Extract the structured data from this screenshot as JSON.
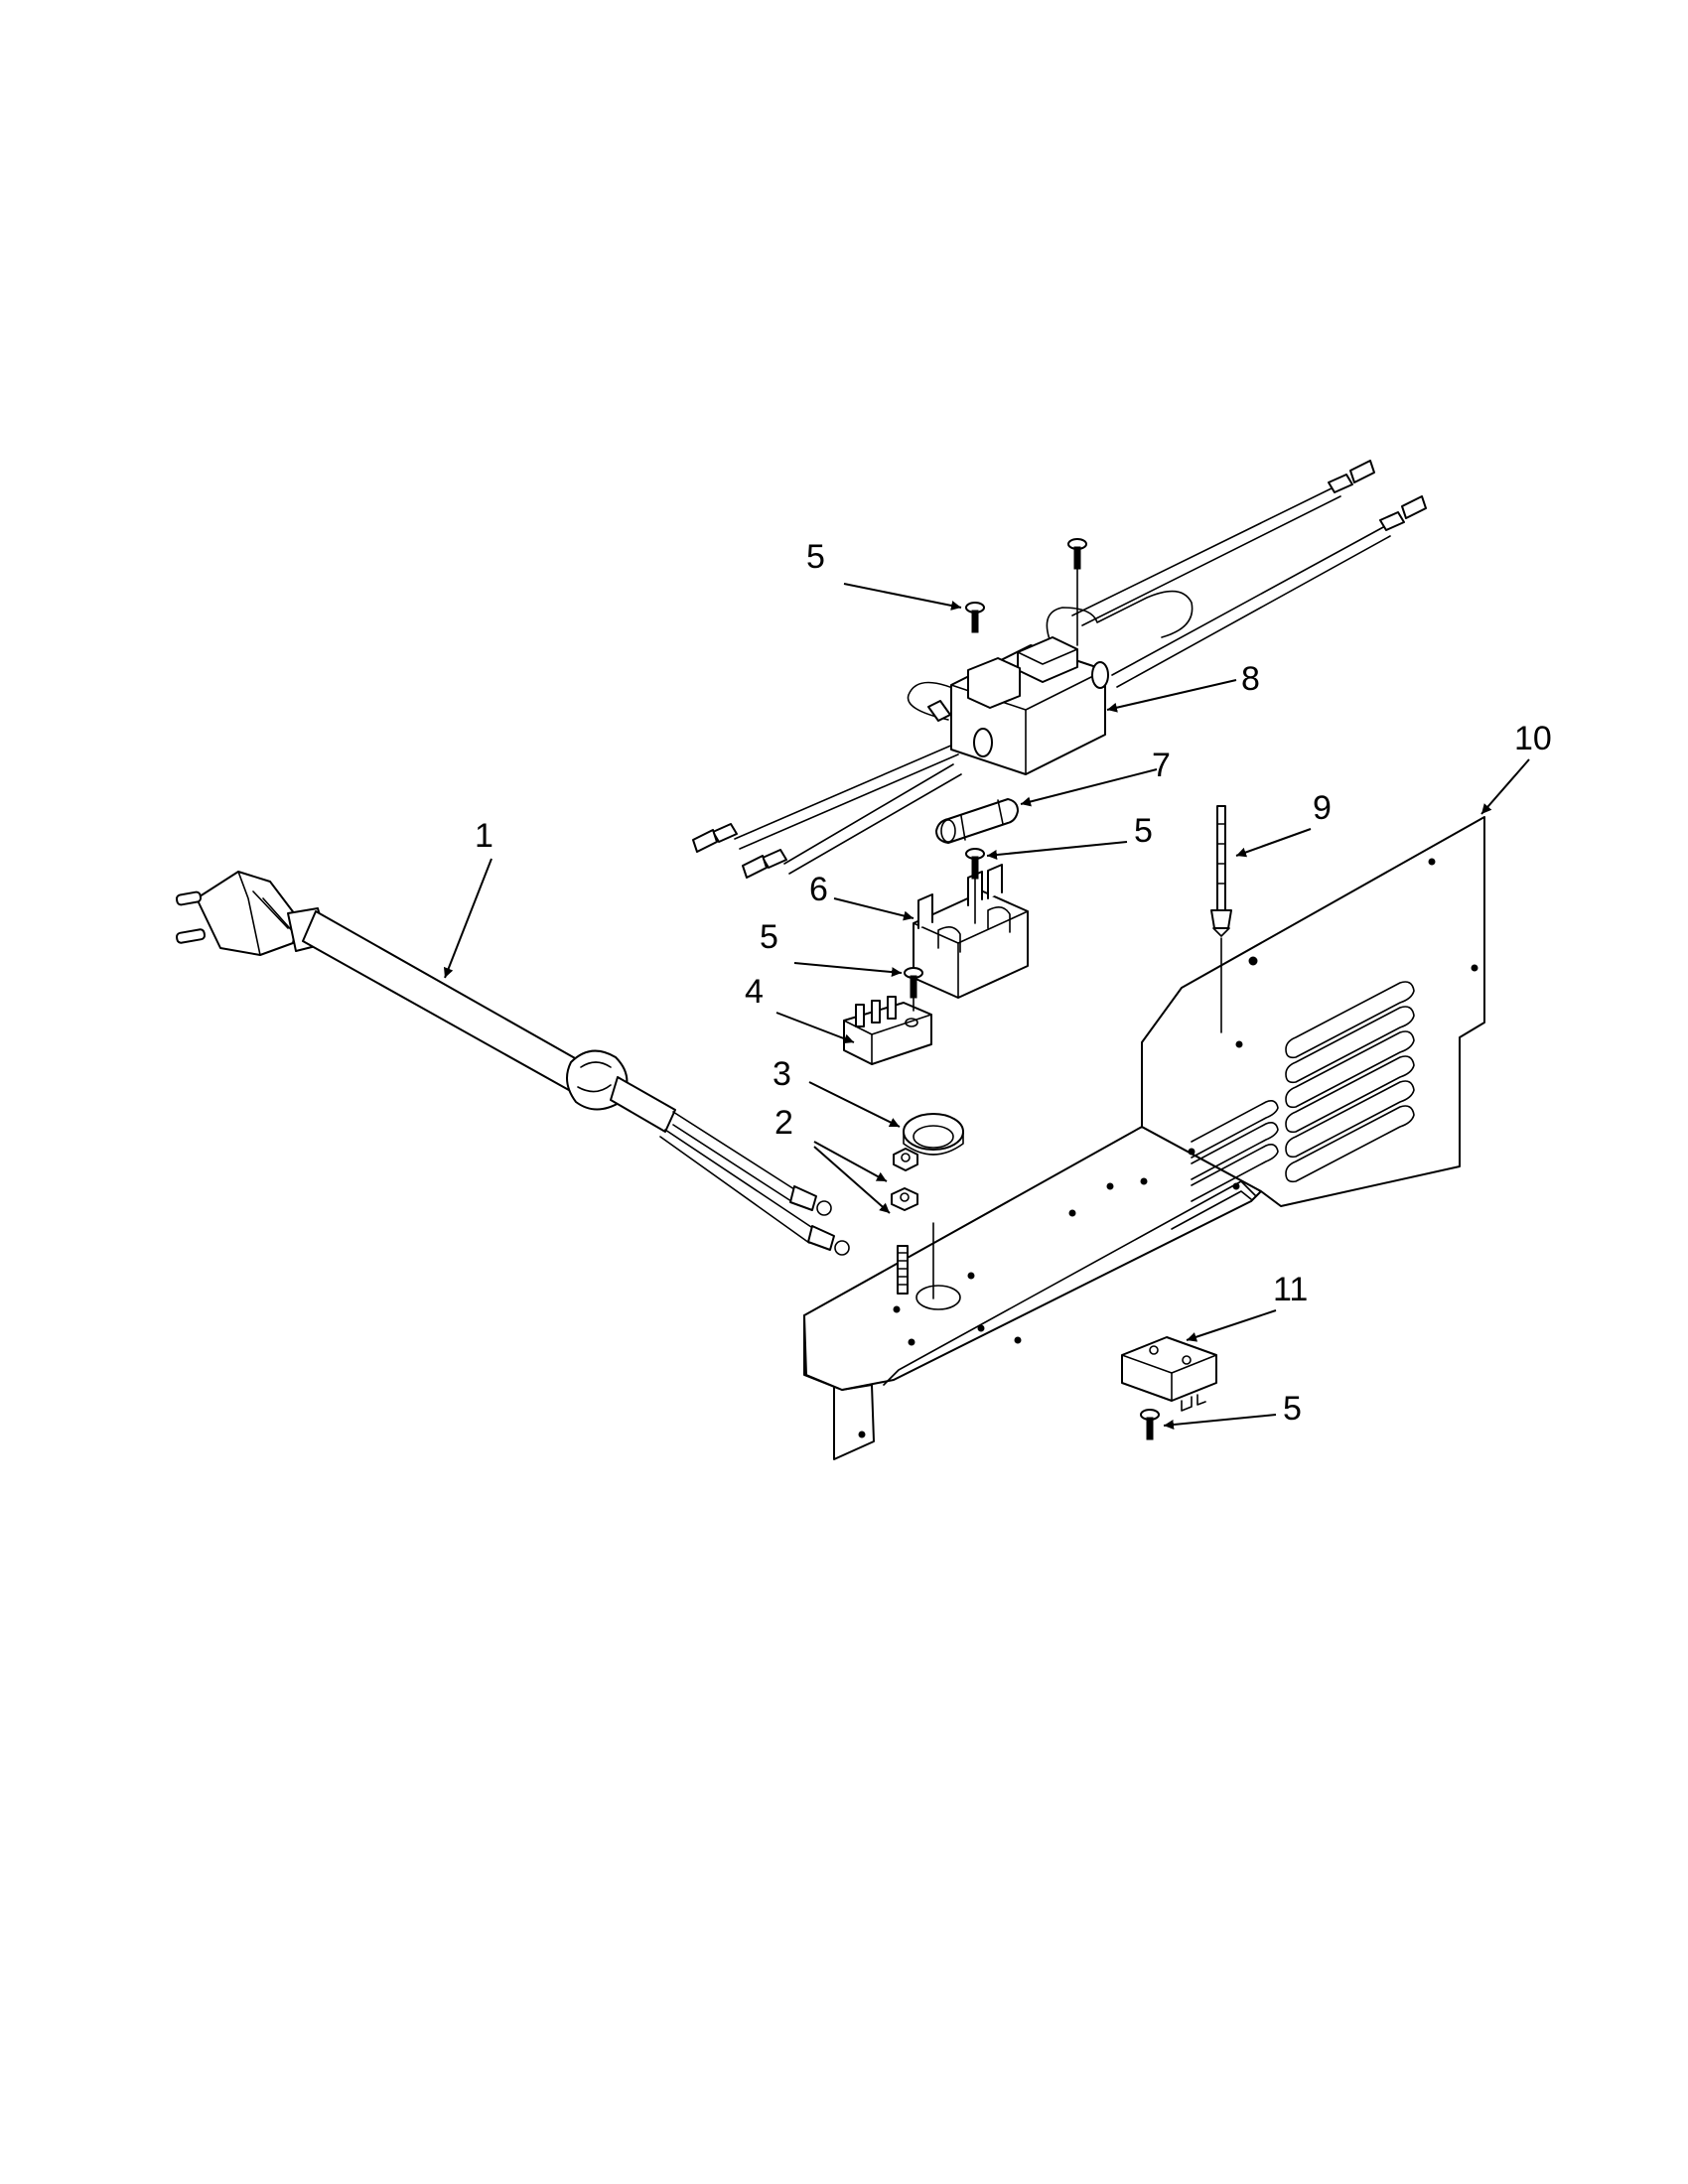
{
  "callouts": [
    {
      "id": "c1",
      "label": "1"
    },
    {
      "id": "c2",
      "label": "2"
    },
    {
      "id": "c3",
      "label": "3"
    },
    {
      "id": "c4",
      "label": "4"
    },
    {
      "id": "c5a",
      "label": "5"
    },
    {
      "id": "c5b",
      "label": "5"
    },
    {
      "id": "c5c",
      "label": "5"
    },
    {
      "id": "c5d",
      "label": "5"
    },
    {
      "id": "c6",
      "label": "6"
    },
    {
      "id": "c7",
      "label": "7"
    },
    {
      "id": "c8",
      "label": "8"
    },
    {
      "id": "c9",
      "label": "9"
    },
    {
      "id": "c10",
      "label": "10"
    },
    {
      "id": "c11",
      "label": "11"
    }
  ],
  "colors": {
    "line": "#000000",
    "background": "#ffffff"
  }
}
